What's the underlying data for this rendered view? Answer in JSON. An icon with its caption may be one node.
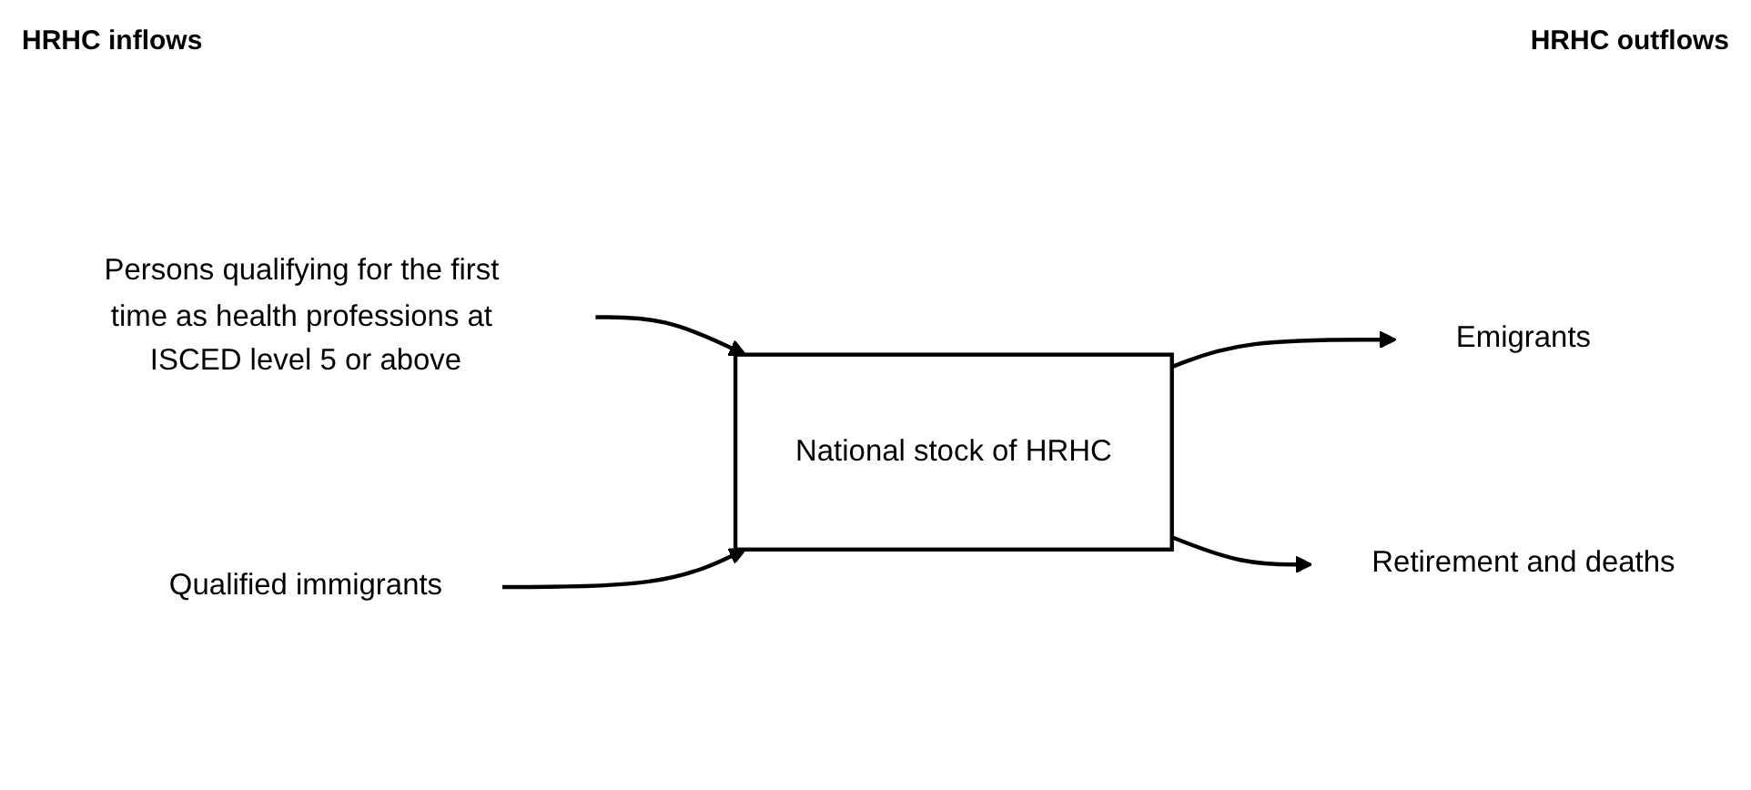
{
  "diagram": {
    "nodes": [
      {
        "text": [
          "Persons qualifying for the first time as health professions at ISCED level 5 or above"
        ]
      },
      {
        "text": [
          "Qualified immigrants"
        ]
      },
      {
        "text": [
          "National stock of HRHC"
        ]
      },
      {
        "text": [
          "Emigrants"
        ]
      },
      {
        "text": [
          "Retirement and deaths"
        ]
      }
    ],
    "edges": [
      {
        "from": 0,
        "to": 2,
        "arrow": "to"
      },
      {
        "from": 1,
        "to": 2,
        "arrow": "to"
      },
      {
        "from": 2,
        "to": 3,
        "arrow": "to"
      },
      {
        "from": 2,
        "to": 4,
        "arrow": "to"
      }
    ],
    "labels": [
      "HRHC inflows",
      "HRHC outflows"
    ]
  }
}
